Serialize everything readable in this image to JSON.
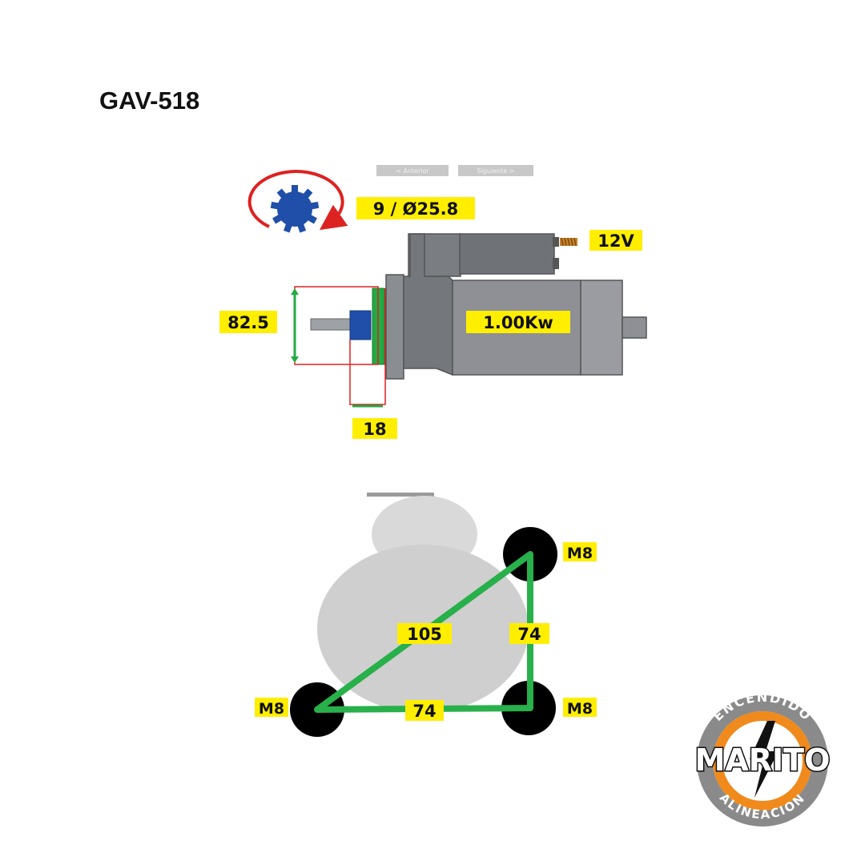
{
  "title": "GAV-518",
  "top_view": {
    "pinion": "9 / Ø25.8",
    "voltage": "12V",
    "power": "1.00Kw",
    "flange_height": "82.5",
    "pinion_offset": "18",
    "tab_labels": [
      "< Anterior",
      "Siguiente >"
    ]
  },
  "mount_view": {
    "hole_top_right": "M8",
    "hole_bottom_left": "M8",
    "hole_bottom_right": "M8",
    "diagonal": "105",
    "vertical": "74",
    "horizontal": "74"
  },
  "logo": {
    "brand": "MARITO",
    "top_text": "ENCENDIDO",
    "bottom_text": "ALINEACION"
  },
  "colors": {
    "label_bg": "#ffee00",
    "pinion_blue": "#1f4fa8",
    "dimension_green": "#22aa44",
    "dimension_red": "#dd2222",
    "motor_gray": "#8e9096",
    "mount_green": "#28b04a",
    "logo_orange": "#f08a1c"
  }
}
